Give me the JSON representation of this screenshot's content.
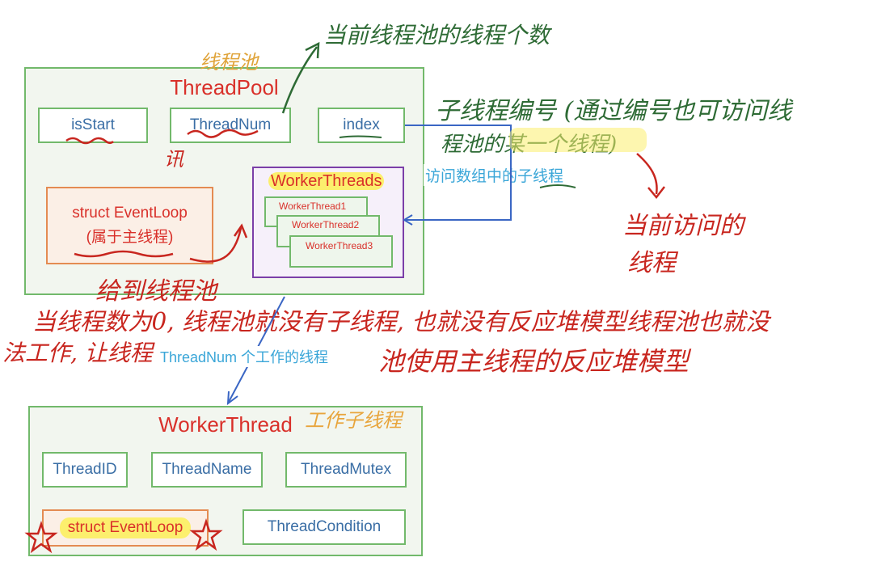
{
  "thread_pool": {
    "title": "ThreadPool",
    "fields": {
      "is_start": "isStart",
      "thread_num": "ThreadNum",
      "index": "index"
    },
    "event_loop": {
      "line1": "struct EventLoop",
      "line2": "(属于主线程)"
    },
    "worker_threads": {
      "title": "WorkerThreads",
      "items": [
        "WorkerThread1",
        "WorkerThread2",
        "WorkerThread3"
      ]
    }
  },
  "connectors": {
    "index_to_workers_label": "访问数组中的子线程",
    "pool_to_worker_label": "ThreadNum 个工作的线程"
  },
  "worker_thread": {
    "title": "WorkerThread",
    "fields": {
      "thread_id": "ThreadID",
      "thread_name": "ThreadName",
      "thread_mutex": "ThreadMutex",
      "event_loop": "struct EventLoop",
      "thread_condition": "ThreadCondition"
    }
  },
  "annotations": {
    "thread_pool_orange": "线程池",
    "thread_count_note": "当前线程池的线程个数",
    "index_note_line1": "子线程编号 (通过编号也可访问线",
    "index_note_line2": "程池的某一个线程)",
    "current_line1": "当前访问的",
    "current_line2": "线程",
    "thread_num_mark": "讯",
    "belongs_note": "给到线程池",
    "zero_note_line1": "当线程数为0, 线程池就没有子线程, 也就没有反应堆模型线程池也就没",
    "zero_note_line2a": "法工作, 让线程",
    "zero_note_line2b": "池使用主线程的反应堆模型",
    "worker_orange": "工作子线程"
  },
  "colors": {
    "box_border": "#72b96b",
    "box_fill": "#f2f6ef",
    "field_text": "#3a6ea5",
    "title_red": "#d9302a",
    "worker_purple": "#7b3fa8",
    "arrow_blue": "#3a66c4",
    "label_cyan": "#3aa6d8",
    "highlight_yellow": "#fcef6d"
  }
}
